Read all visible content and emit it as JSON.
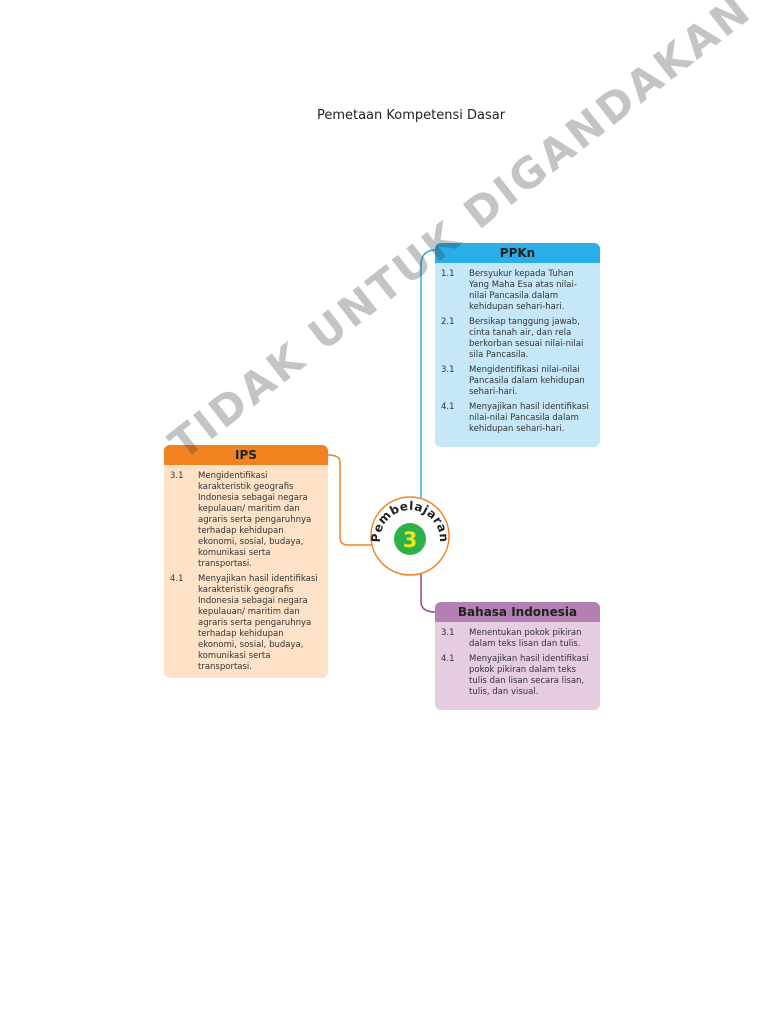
{
  "page": {
    "title": "Pemetaan Kompetensi Dasar"
  },
  "center": {
    "label": "Pembelajaran",
    "number": "3"
  },
  "ppkn": {
    "title": "PPKn",
    "items": [
      {
        "num": "1.1",
        "text": "Bersyukur kepada Tuhan Yang Maha Esa atas nilai-nilai Pancasila dalam kehidupan sehari-hari."
      },
      {
        "num": "2.1",
        "text": "Bersikap tanggung jawab, cinta tanah air, dan rela berkorban sesuai nilai-nilai sila Pancasila."
      },
      {
        "num": "3.1",
        "text": "Mengidentifikasi nilai-nilai Pancasila dalam kehidupan sehari-hari."
      },
      {
        "num": "4.1",
        "text": "Menyajikan hasil identifikasi nilai-nilai Pancasila dalam kehidupan sehari-hari."
      }
    ]
  },
  "ips": {
    "title": "IPS",
    "items": [
      {
        "num": "3.1",
        "text": "Mengidentifikasi karakteristik geografis Indonesia sebagai negara kepulauan/ maritim dan agraris serta pengaruhnya terhadap kehidupan ekonomi, sosial, budaya, komunikasi serta transportasi."
      },
      {
        "num": "4.1",
        "text": "Menyajikan hasil identifikasi karakteristik geografis Indonesia sebagai negara kepulauan/ maritim dan agraris serta pengaruhnya terhadap kehidupan ekonomi, sosial, budaya, komunikasi serta transportasi."
      }
    ]
  },
  "bindo": {
    "title": "Bahasa Indonesia",
    "items": [
      {
        "num": "3.1",
        "text": "Menentukan pokok pikiran dalam teks lisan dan tulis."
      },
      {
        "num": "4.1",
        "text": "Menyajikan hasil identifikasi pokok pikiran dalam teks tulis dan lisan secara lisan, tulis, dan visual."
      }
    ]
  },
  "watermark": {
    "text": "TIDAK UNTUK DIGANDAKAN"
  },
  "colors": {
    "ppkn_header": "#29aee8",
    "ppkn_body": "#c5e7f7",
    "ips_header": "#f28220",
    "ips_body": "#fde2c8",
    "bindo_header": "#b480b1",
    "bindo_body": "#e5ccdf",
    "badge_ring": "#f28220",
    "badge_green": "#2db24a",
    "badge_number": "#f7e21b"
  }
}
